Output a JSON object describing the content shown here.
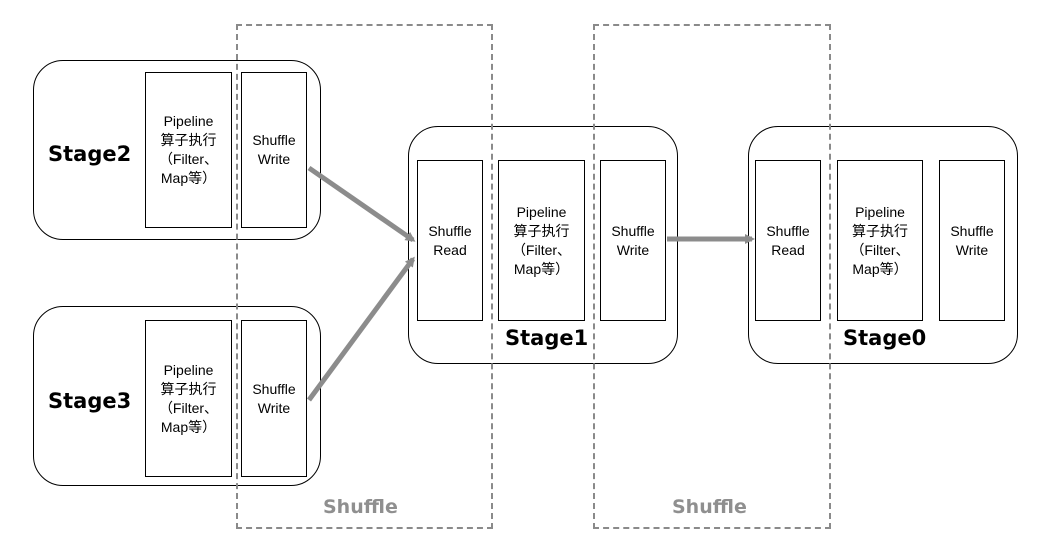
{
  "shuffle_regions": [
    {
      "label": "Shuffle"
    },
    {
      "label": "Shuffle"
    }
  ],
  "stages": {
    "stage2": {
      "name": "Stage2",
      "pipeline": [
        "Pipeline",
        "算子执行",
        "（Filter、",
        "Map等）"
      ],
      "write": [
        "Shuffle",
        "Write"
      ]
    },
    "stage3": {
      "name": "Stage3",
      "pipeline": [
        "Pipeline",
        "算子执行",
        "（Filter、",
        "Map等）"
      ],
      "write": [
        "Shuffle",
        "Write"
      ]
    },
    "stage1": {
      "name": "Stage1",
      "read": [
        "Shuffle",
        "Read"
      ],
      "pipeline": [
        "Pipeline",
        "算子执行",
        "（Filter、",
        "Map等）"
      ],
      "write": [
        "Shuffle",
        "Write"
      ]
    },
    "stage0": {
      "name": "Stage0",
      "read": [
        "Shuffle",
        "Read"
      ],
      "pipeline": [
        "Pipeline",
        "算子执行",
        "（Filter、",
        "Map等）"
      ],
      "write": [
        "Shuffle",
        "Write"
      ]
    }
  },
  "colors": {
    "arrow": "#8c8c8c",
    "dashed_border": "#8a8a8a",
    "shuffle_label": "#8f8f8f",
    "stroke": "#000000"
  }
}
